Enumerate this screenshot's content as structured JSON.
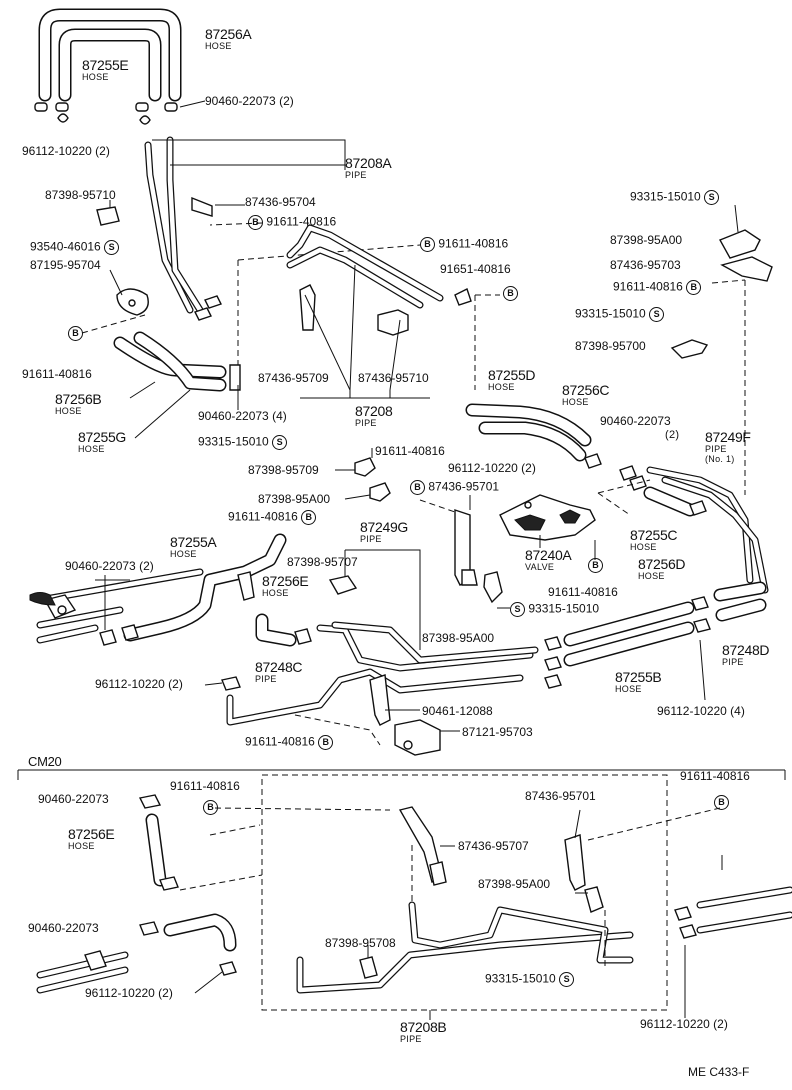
{
  "labels": [
    {
      "id": "l01",
      "text": "87256A",
      "sub": "HOSE"
    },
    {
      "id": "l02",
      "text": "87255E",
      "sub": "HOSE"
    },
    {
      "id": "l03",
      "text": "90460-22073 (2)"
    },
    {
      "id": "l04",
      "text": "96112-10220 (2)"
    },
    {
      "id": "l05",
      "text": "87208A",
      "sub": "PIPE"
    },
    {
      "id": "l06",
      "text": "87398-95710"
    },
    {
      "id": "l07",
      "text": "87436-95704"
    },
    {
      "id": "l08",
      "text": "91611-40816",
      "badge_before": "B"
    },
    {
      "id": "l09",
      "text": "93540-46016",
      "badge_after": "S"
    },
    {
      "id": "l10",
      "text": "87195-95704"
    },
    {
      "id": "l11",
      "text": "91611-40816",
      "badge_before": "B"
    },
    {
      "id": "l12",
      "text": "91651-40816"
    },
    {
      "id": "l13",
      "text": "91611-40816"
    },
    {
      "id": "l14",
      "text": "87256B",
      "sub": "HOSE"
    },
    {
      "id": "l15",
      "text": "87255G",
      "sub": "HOSE"
    },
    {
      "id": "l16",
      "text": "87436-95709"
    },
    {
      "id": "l17",
      "text": "87436-95710"
    },
    {
      "id": "l18",
      "text": "87208",
      "sub": "PIPE"
    },
    {
      "id": "l19",
      "text": "90460-22073 (4)"
    },
    {
      "id": "l20",
      "text": "93315-15010",
      "badge_after": "S"
    },
    {
      "id": "l21",
      "text": "87398-95A00"
    },
    {
      "id": "l22",
      "text": "87436-95703"
    },
    {
      "id": "l23",
      "text": "91611-40816",
      "badge_after": "B"
    },
    {
      "id": "l24",
      "text": "93315-15010",
      "badge_after": "S"
    },
    {
      "id": "l25",
      "text": "87398-95700"
    },
    {
      "id": "l26",
      "text": "87255D",
      "sub": "HOSE"
    },
    {
      "id": "l27",
      "text": "87256C",
      "sub": "HOSE"
    },
    {
      "id": "l28",
      "text": "90460-22073",
      "sub2": "(2)"
    },
    {
      "id": "l29",
      "text": "87249F",
      "sub": "PIPE",
      "sub2": "(No. 1)"
    },
    {
      "id": "l30",
      "text": "93315-15010",
      "badge_after": "S"
    },
    {
      "id": "l31",
      "text": "91611-40816"
    },
    {
      "id": "l32",
      "text": "87398-95709"
    },
    {
      "id": "l33",
      "text": "96112-10220 (2)"
    },
    {
      "id": "l34",
      "text": "87436-95701",
      "badge_before": "B"
    },
    {
      "id": "l35",
      "text": "87398-95A00"
    },
    {
      "id": "l36",
      "text": "91611-40816",
      "badge_after": "B"
    },
    {
      "id": "l37",
      "text": "87249G",
      "sub": "PIPE"
    },
    {
      "id": "l38",
      "text": "87255A",
      "sub": "HOSE"
    },
    {
      "id": "l39",
      "text": "90460-22073 (2)"
    },
    {
      "id": "l40",
      "text": "87398-95707"
    },
    {
      "id": "l41",
      "text": "87256E",
      "sub": "HOSE"
    },
    {
      "id": "l42",
      "text": "87240A",
      "sub": "VALVE",
      "badge_after": "B"
    },
    {
      "id": "l43",
      "text": "87255C",
      "sub": "HOSE"
    },
    {
      "id": "l44",
      "text": "91611-40816"
    },
    {
      "id": "l45",
      "text": "87256D",
      "sub": "HOSE"
    },
    {
      "id": "l46",
      "text": "93315-15010",
      "badge_before": "S"
    },
    {
      "id": "l47",
      "text": "87398-95A00"
    },
    {
      "id": "l48",
      "text": "87248D",
      "sub": "PIPE"
    },
    {
      "id": "l49",
      "text": "87248C",
      "sub": "PIPE"
    },
    {
      "id": "l50",
      "text": "96112-10220 (2)"
    },
    {
      "id": "l51",
      "text": "87255B",
      "sub": "HOSE"
    },
    {
      "id": "l52",
      "text": "90461-12088"
    },
    {
      "id": "l53",
      "text": "96112-10220 (4)"
    },
    {
      "id": "l54",
      "text": "91611-40816",
      "badge_after": "B"
    },
    {
      "id": "l55",
      "text": "87121-95703"
    },
    {
      "id": "l56",
      "text": "CM20"
    },
    {
      "id": "l57",
      "text": "90460-22073"
    },
    {
      "id": "l58",
      "text": "91611-40816",
      "badge_below": "B"
    },
    {
      "id": "l59",
      "text": "87436-95701"
    },
    {
      "id": "l60",
      "text": "91611-40816",
      "badge_below": "B"
    },
    {
      "id": "l61",
      "text": "87256E",
      "sub": "HOSE"
    },
    {
      "id": "l62",
      "text": "87436-95707"
    },
    {
      "id": "l63",
      "text": "87398-95A00"
    },
    {
      "id": "l64",
      "text": "90460-22073"
    },
    {
      "id": "l65",
      "text": "87398-95708"
    },
    {
      "id": "l66",
      "text": "93315-15010",
      "badge_after": "S"
    },
    {
      "id": "l67",
      "text": "96112-10220 (2)"
    },
    {
      "id": "l68",
      "text": "87208B",
      "sub": "PIPE"
    },
    {
      "id": "l69",
      "text": "96112-10220 (2)"
    },
    {
      "id": "l70",
      "text": "ME  C433-F"
    }
  ]
}
